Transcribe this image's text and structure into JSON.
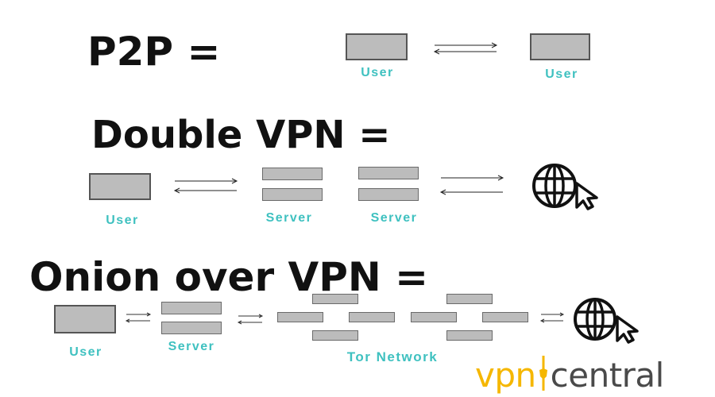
{
  "p2p": {
    "heading": "P2P =",
    "user_left": "User",
    "user_right": "User"
  },
  "double_vpn": {
    "heading": "Double VPN =",
    "user": "User",
    "server_1": "Server",
    "server_2": "Server"
  },
  "onion": {
    "heading": "Onion over VPN =",
    "user": "User",
    "server": "Server",
    "tor": "Tor Network"
  },
  "brand": {
    "part_1": "vpn",
    "part_2": "central"
  },
  "colors": {
    "label": "#3fc1c0",
    "brand_accent": "#f5b700",
    "brand_dark": "#4a4a4a",
    "box_fill": "#bcbcbc"
  }
}
